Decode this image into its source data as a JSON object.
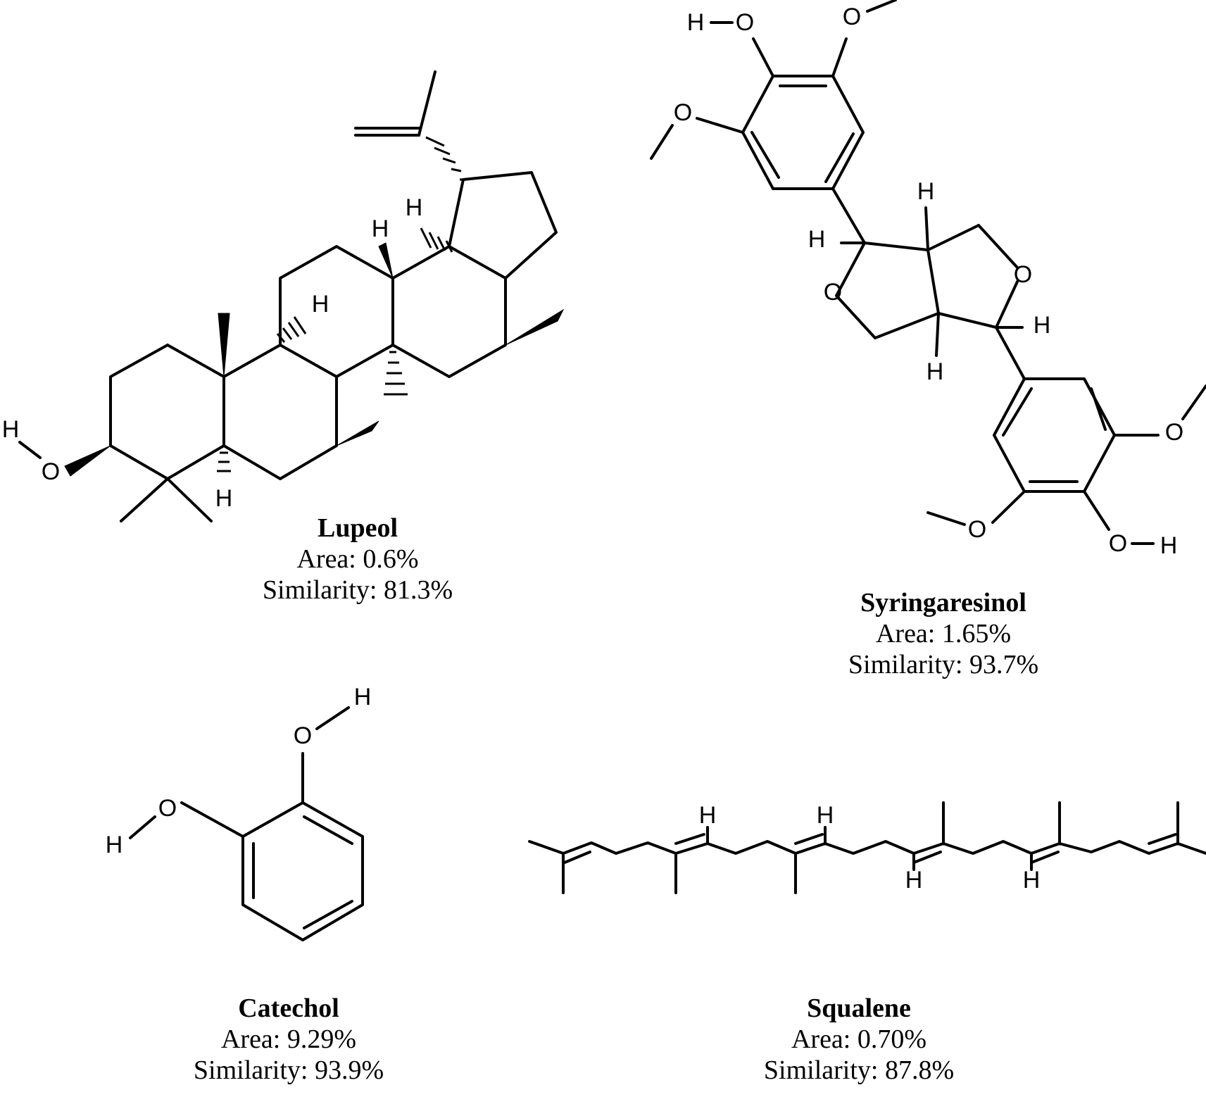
{
  "compounds": {
    "lupeol": {
      "name": "Lupeol",
      "area": "Area: 0.6%",
      "similarity": "Similarity: 81.3%"
    },
    "syringaresinol": {
      "name": "Syringaresinol",
      "area": "Area: 1.65%",
      "similarity": "Similarity: 93.7%"
    },
    "catechol": {
      "name": "Catechol",
      "area": "Area: 9.29%",
      "similarity": "Similarity: 93.9%"
    },
    "squalene": {
      "name": "Squalene",
      "area": "Area: 0.70%",
      "similarity": "Similarity: 87.8%"
    }
  },
  "atoms": {
    "h": "H",
    "o": "O"
  }
}
